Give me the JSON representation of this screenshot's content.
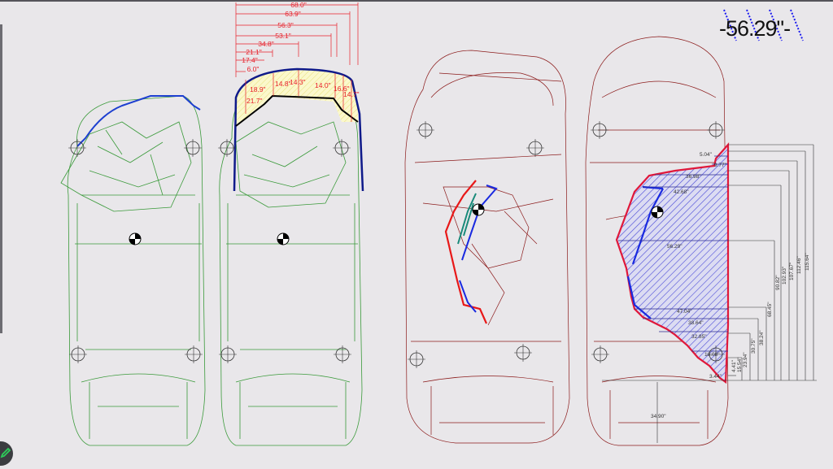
{
  "colors": {
    "background": "#e9e7ea",
    "green_car": "#3a9a3a",
    "brown_car": "#8b1a1a",
    "crush_profile": "#1a1aa0",
    "measure": "#e8202a",
    "hatch": "#3a3ad0"
  },
  "big_label": "-56.29\"-",
  "front_crush": {
    "widths": [
      "68.0\"",
      "63.9\"",
      "56.3\"",
      "53.1\"",
      "34.8\"",
      "21.1\"",
      "17.4\"",
      "6.0\""
    ],
    "depths": [
      "18.9\"",
      "21.7\"",
      "14.8\"",
      "14.3\"",
      "14.0\"",
      "16.6\"",
      "14.7\""
    ]
  },
  "side_crush": {
    "horizontal": [
      "5.04\"",
      "9.77\"",
      "36.98\"",
      "42.68\"",
      "56.29\"",
      "47.04\"",
      "38.64\"",
      "32.85\"",
      "18.08\"",
      "3.44\""
    ],
    "vertical": [
      "4.41\"",
      "15.54\"",
      "23.94\"",
      "30.75\"",
      "38.24\"",
      "68.45\"",
      "90.82\"",
      "102.93\"",
      "107.67\"",
      "112.46\"",
      "115.64\""
    ],
    "rear_offset": "34.90\""
  },
  "icons": {
    "edit": "pencil-icon"
  }
}
